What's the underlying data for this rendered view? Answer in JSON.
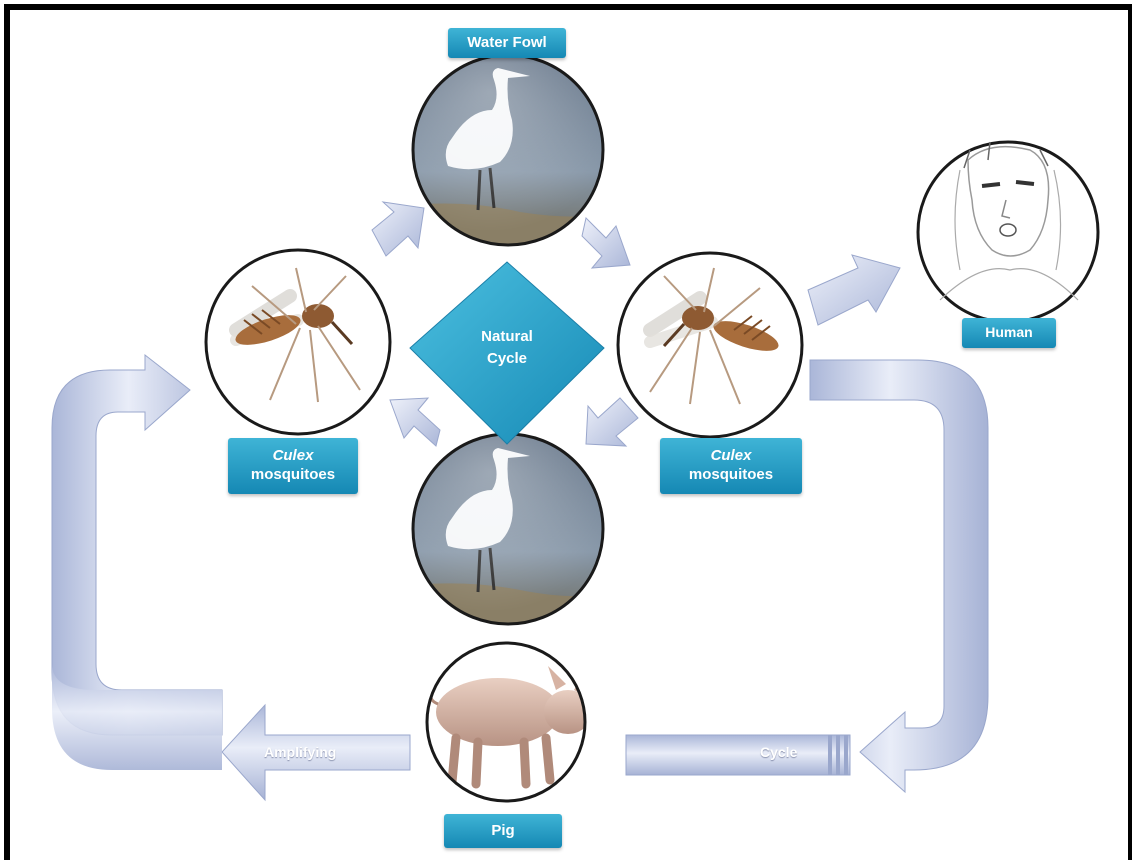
{
  "center": {
    "line1": "Natural",
    "line2": "Cycle"
  },
  "labels": {
    "waterfowl": "Water Fowl",
    "human": "Human",
    "culex_left_line1": "Culex",
    "culex_left_line2": "mosquitoes",
    "culex_right_line1": "Culex",
    "culex_right_line2": "mosquitoes",
    "pig": "Pig"
  },
  "arrows": {
    "amplifying": "Amplifying",
    "cycle": "Cycle"
  },
  "colors": {
    "label_blue": "#1f95c2",
    "diamond_blue": "#2aa2c8",
    "arrow_lavender": "#b9c3e0",
    "circle_border": "#1a1a1a"
  },
  "icons": [
    "egret-picture",
    "mosquito-picture",
    "human-sketch-picture",
    "pig-picture"
  ]
}
